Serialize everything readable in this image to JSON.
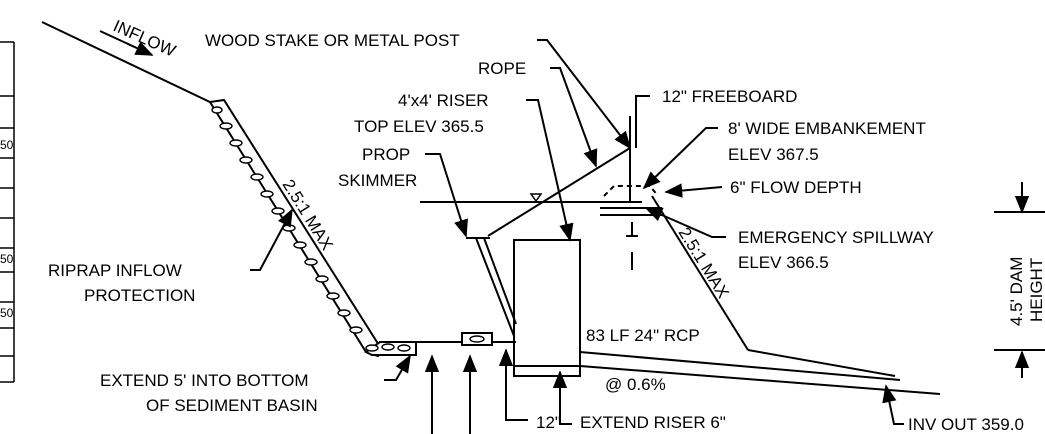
{
  "labels": {
    "inflow": "INFLOW",
    "wood_stake": "WOOD STAKE OR METAL POST",
    "rope": "ROPE",
    "riser_size": "4'x4' RISER",
    "riser_top_elev": "TOP ELEV 365.5",
    "prop": "PROP",
    "skimmer": "SKIMMER",
    "freeboard": "12\" FREEBOARD",
    "embankment": "8' WIDE EMBANKEMENT",
    "embankment_elev": "ELEV 367.5",
    "flow_depth": "6\" FLOW DEPTH",
    "emergency_spillway": "EMERGENCY SPILLWAY",
    "spillway_elev": "ELEV 366.5",
    "slope_left": "2.5:1 MAX",
    "slope_right": "2.5:1 MAX",
    "riprap": "RIPRAP INFLOW",
    "protection": "PROTECTION",
    "extend_bottom": "EXTEND 5' INTO BOTTOM",
    "sediment_basin": "OF SEDIMENT BASIN",
    "pipe": "83 LF 24\" RCP",
    "pipe_slope": "@ 0.6%",
    "riser_depth": "12\"",
    "extend_riser": "EXTEND RISER 6\"",
    "inv_out": "INV OUT 359.0",
    "dam_height": "4.5' DAM",
    "height": "HEIGHT"
  },
  "table_fragment": [
    "50",
    "50",
    "50"
  ]
}
